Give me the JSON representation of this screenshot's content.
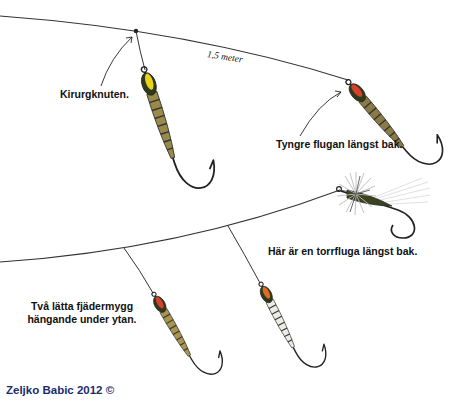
{
  "diagram": {
    "labels": [
      "Kirurgknuten.",
      "1,5 meter",
      "Tyngre flugan längst bak.",
      "Här är en torrfluga längst bak.",
      "Två lätta fjädermygg hängande under ytan.",
      "Zeljko Babic 2012 ©"
    ]
  }
}
